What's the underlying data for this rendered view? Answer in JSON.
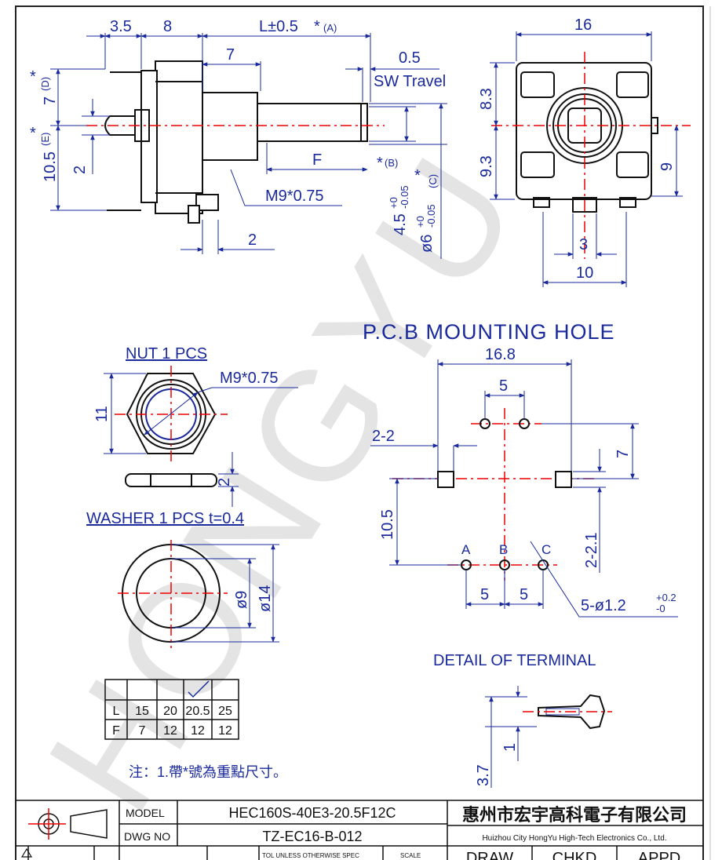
{
  "dims": {
    "d35": "3.5",
    "d8": "8",
    "dL": "L±0.5",
    "star": "*",
    "markA": "(A)",
    "d7a": "7",
    "d05": "0.5",
    "sw_travel": "SW Travel",
    "d7b": "7",
    "d105": "10.5",
    "d2a": "2",
    "d2b": "2",
    "markD": "(D)",
    "markE": "(E)",
    "markB": "(B)",
    "markC": "(C)",
    "dF": "F",
    "thread": "M9*0.75",
    "shaft45": "4.5",
    "shaft6": "ø6",
    "tol_plus": "+0",
    "tol_minus": "-0.05",
    "d16": "16",
    "d83": "8.3",
    "d93": "9.3",
    "d9": "9",
    "d3": "3",
    "d10": "10"
  },
  "nut": {
    "title": "NUT 1 PCS",
    "thread": "M9*0.75",
    "h11": "11",
    "t2": "2"
  },
  "washer": {
    "title": "WASHER 1 PCS t=0.4",
    "d9": "ø9",
    "d14": "ø14"
  },
  "pcb": {
    "title": "P.C.B MOUNTING HOLE",
    "d168": "16.8",
    "d5top": "5",
    "d22": "2-2",
    "d7": "7",
    "d105": "10.5",
    "d221": "2-2.1",
    "labelA": "A",
    "labelB": "B",
    "labelC": "C",
    "d5a": "5",
    "d5b": "5",
    "holes": "5-ø1.2",
    "holes_tol_plus": "+0.2",
    "holes_tol_minus": "-0"
  },
  "terminal": {
    "title": "DETAIL OF TERMINAL",
    "d1": "1",
    "d37": "3.7"
  },
  "table": {
    "rows": [
      [
        "L",
        "15",
        "20",
        "20.5",
        "25"
      ],
      [
        "F",
        "7",
        "12",
        "12",
        "12"
      ]
    ],
    "selected_col": 3
  },
  "note": "注：1.帶*號為重點尺寸。",
  "watermark": "HONGYU",
  "title_block": {
    "model_label": "MODEL",
    "model_value": "HEC160S-40E3-20.5F12C",
    "dwg_label": "DWG NO",
    "dwg_value": "TZ-EC16-B-012",
    "company_cn": "惠州市宏宇高科電子有限公司",
    "company_en": "Huizhou City HongYu High-Tech Electronics Co., Ltd.",
    "tol_text": "TOL UNLESS OTHERWISE SPEC",
    "scale_label": "SCALE",
    "draw": "DRAW",
    "chkd": "CHKD",
    "appd": "APPD"
  }
}
